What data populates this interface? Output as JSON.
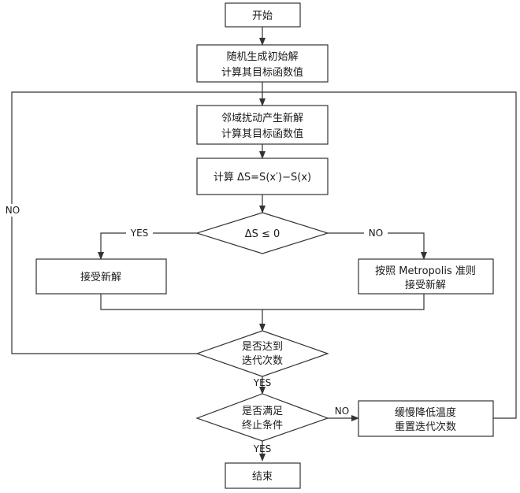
{
  "nodes": {
    "start": [
      "开始"
    ],
    "init": [
      "随机生成初始解",
      "计算其目标函数值"
    ],
    "perturb": [
      "邻域扰动产生新解",
      "计算其目标函数值"
    ],
    "compute": [
      "计算 ΔS=S(x′)−S(x)"
    ],
    "decision": [
      "ΔS ≤ 0"
    ],
    "accept": [
      "接受新解"
    ],
    "metropolis": [
      "按照 Metropolis 准则",
      "接受新解"
    ],
    "iter_check": [
      "是否达到",
      "迭代次数"
    ],
    "stop_check": [
      "是否满足",
      "终止条件"
    ],
    "cool": [
      "缓慢降低温度",
      "重置迭代次数"
    ],
    "end": [
      "结束"
    ]
  },
  "labels": {
    "yes_left": "YES",
    "no_right": "NO",
    "no_loop": "NO",
    "yes_iter": "YES",
    "no_stop": "NO",
    "yes_stop": "YES"
  }
}
